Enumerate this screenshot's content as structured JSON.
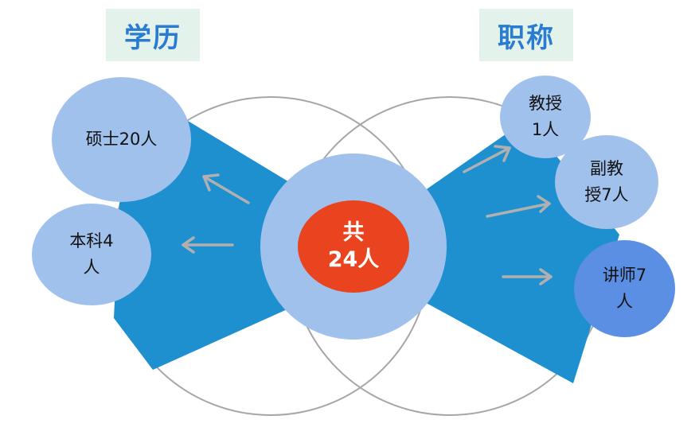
{
  "titles": {
    "education": "学历",
    "rank": "职称"
  },
  "center": {
    "line1": "共",
    "line2": "24人"
  },
  "education_nodes": [
    {
      "line1": "硕士20人",
      "line2": ""
    },
    {
      "line1": "本科4",
      "line2": "人"
    }
  ],
  "rank_nodes": [
    {
      "line1": "教授",
      "line2": "1人"
    },
    {
      "line1": "副教",
      "line2": "授7人"
    },
    {
      "line1": "讲师7",
      "line2": "人"
    }
  ],
  "colors": {
    "title_bg": "#e3f3ec",
    "title_text": "#2a7bd2",
    "wedge": "#1e8fcf",
    "node_light": "#a0c1ec",
    "node_dark": "#5a8fe3",
    "center_ring": "#a0c1ec",
    "center_core": "#e9441f",
    "outline": "#a6a6a6",
    "arrow": "#b0b0b0"
  }
}
